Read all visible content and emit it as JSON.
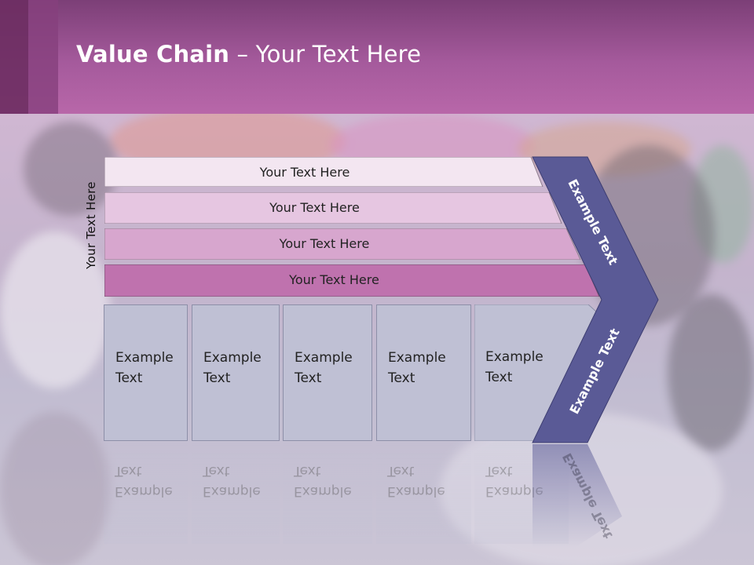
{
  "title": {
    "bold": "Value Chain",
    "rest": " – Your Text Here"
  },
  "side_label": "Your Text Here",
  "bars": [
    {
      "label": "Your Text Here",
      "color": "#f3e6f1"
    },
    {
      "label": "Your Text Here",
      "color": "#e6c6e1"
    },
    {
      "label": "Your Text Here",
      "color": "#d7a6ce"
    },
    {
      "label": "Your Text Here",
      "color": "#bf72ae"
    }
  ],
  "boxes": [
    {
      "line1": "Example",
      "line2": "Text"
    },
    {
      "line1": "Example",
      "line2": "Text"
    },
    {
      "line1": "Example",
      "line2": "Text"
    },
    {
      "line1": "Example",
      "line2": "Text"
    },
    {
      "line1": "Example",
      "line2": "Text"
    }
  ],
  "chevrons": {
    "top": "Example Text",
    "bottom": "Example Text",
    "color": "#5a5a96"
  },
  "colors": {
    "header": "#a55a9c",
    "box": "#bfc0d4",
    "chevron": "#5a5a96"
  }
}
